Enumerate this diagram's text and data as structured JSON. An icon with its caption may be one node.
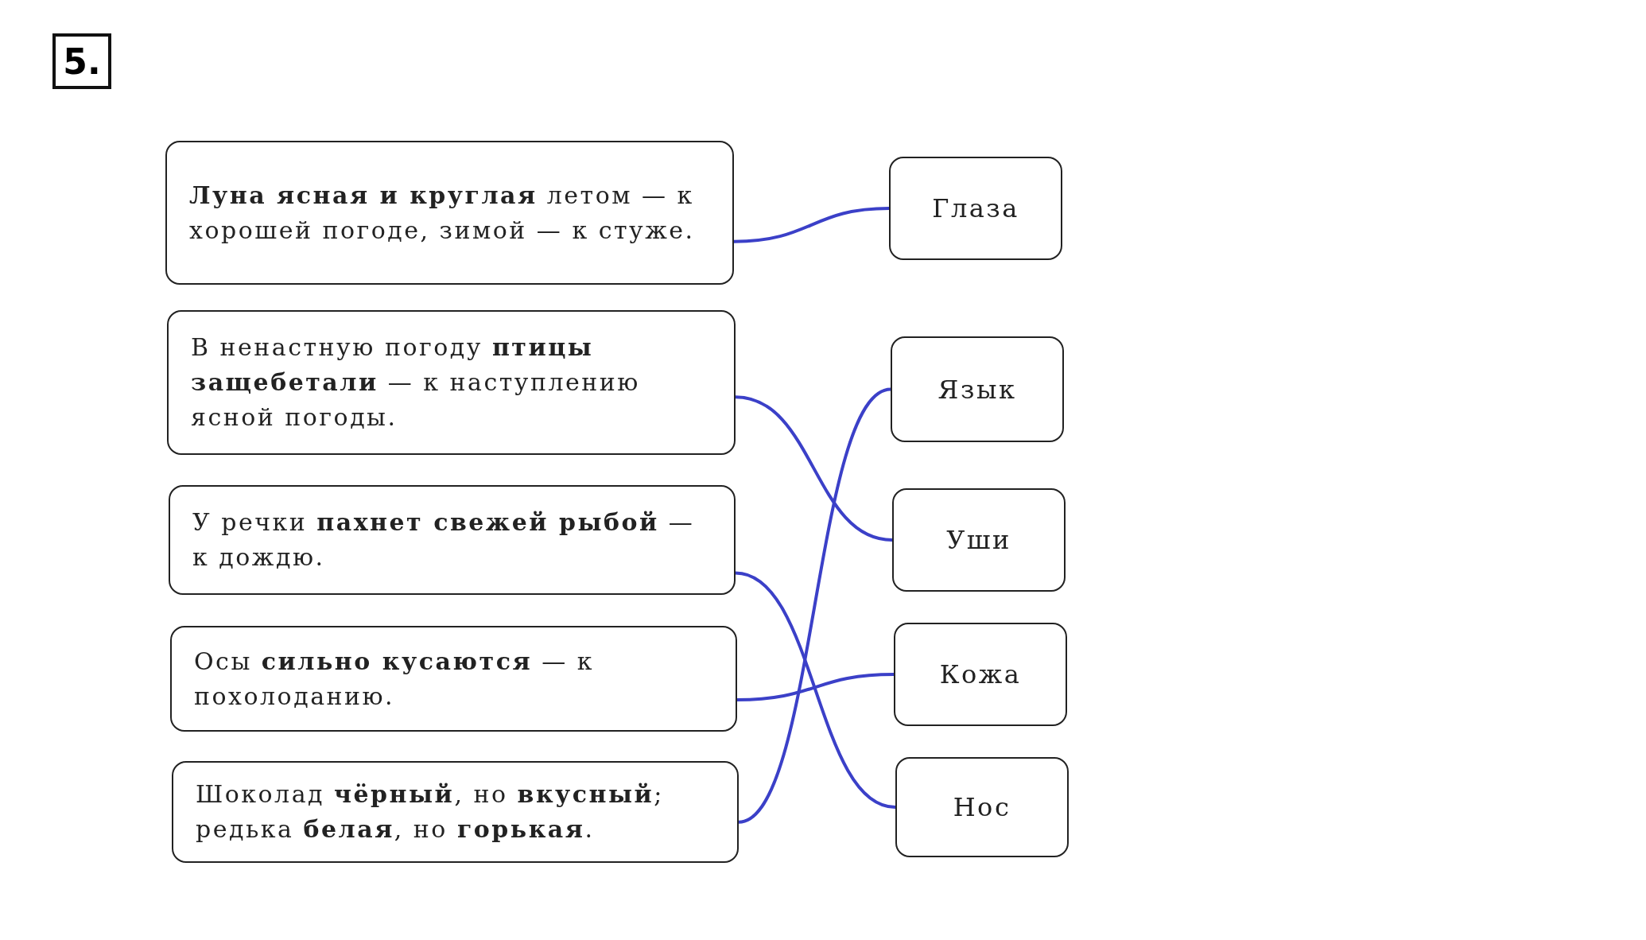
{
  "diagram": {
    "nodes": [
      {
        "text": [
          "**Луна ясная и круглая** летом — к хорошей погоде, зимой — к стуже."
        ]
      },
      {
        "text": [
          "В ненастную погоду **птицы защебетали** — к наступлению ясной погоды."
        ]
      },
      {
        "text": [
          "У речки **пахнет свежей рыбой** — к дождю."
        ]
      },
      {
        "text": [
          "Осы **сильно кусаются** — к похолоданию."
        ]
      },
      {
        "text": [
          "Шоколад **чёрный**, но **вкусный**; редька **белая**, но **горькая**."
        ]
      },
      {
        "text": [
          "Глаза"
        ]
      },
      {
        "text": [
          "Язык"
        ]
      },
      {
        "text": [
          "Уши"
        ]
      },
      {
        "text": [
          "Кожа"
        ]
      },
      {
        "text": [
          "Нос"
        ]
      }
    ],
    "edges": [
      {
        "from": 0,
        "to": 5,
        "arrow": "none"
      },
      {
        "from": 1,
        "to": 7,
        "arrow": "none"
      },
      {
        "from": 2,
        "to": 9,
        "arrow": "none"
      },
      {
        "from": 3,
        "to": 8,
        "arrow": "none"
      },
      {
        "from": 4,
        "to": 6,
        "arrow": "none"
      }
    ],
    "labels": [
      "5."
    ]
  }
}
